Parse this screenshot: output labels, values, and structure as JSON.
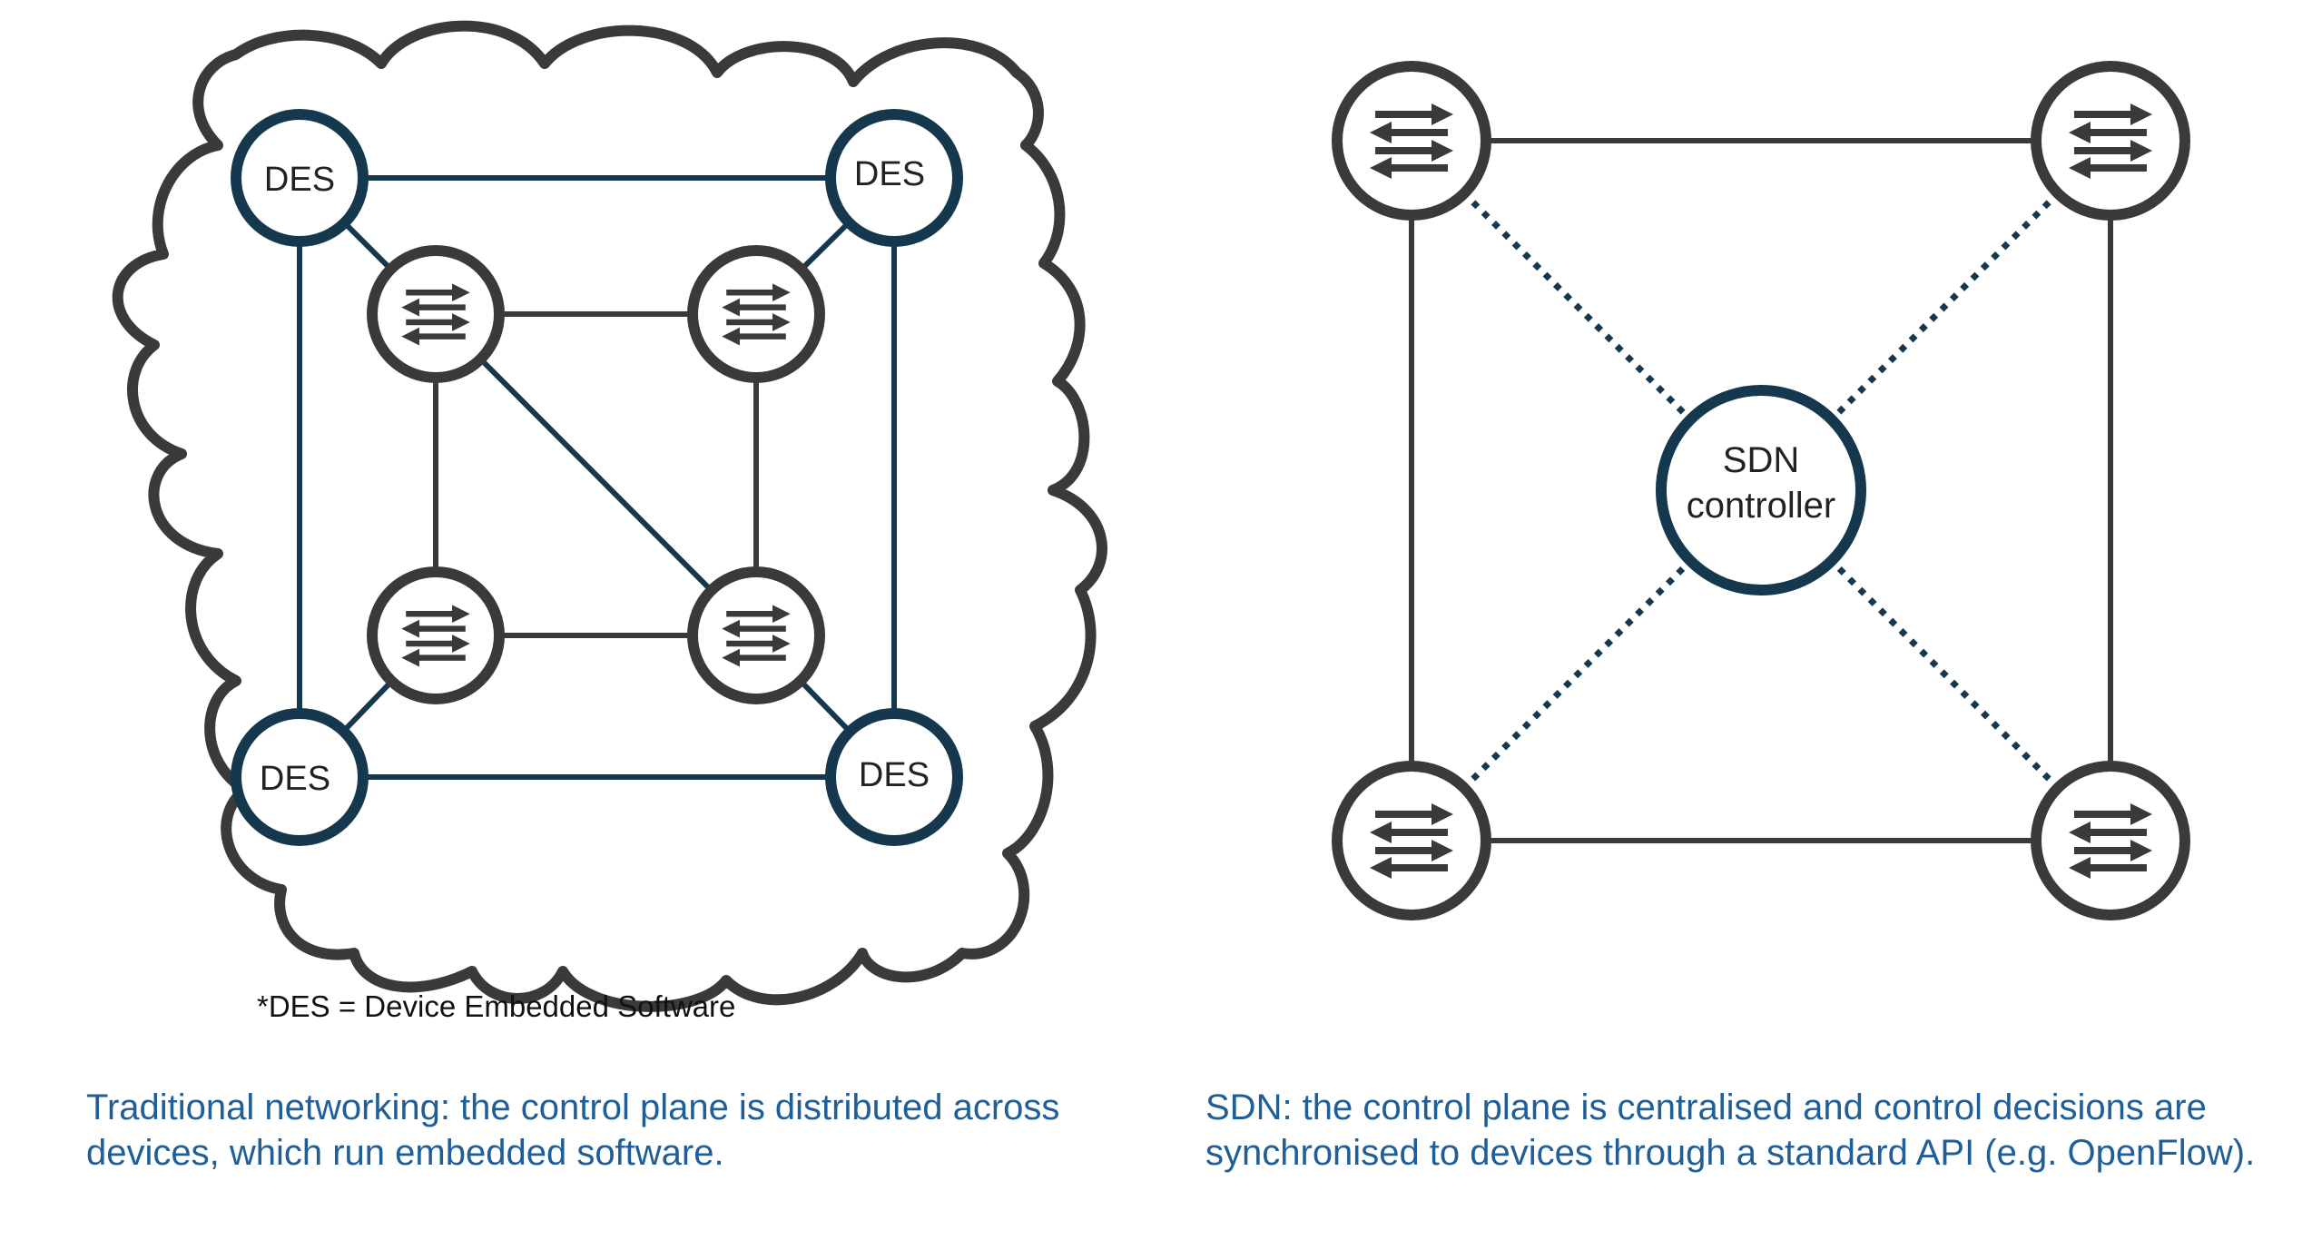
{
  "colors": {
    "dark": "#3a3a3a",
    "navy": "#16384f",
    "caption_blue": "#1f5e96"
  },
  "traditional": {
    "des_label": "DES",
    "footnote": "*DES = Device Embedded Software",
    "caption_line1": "Traditional networking: the control plane is distributed across",
    "caption_line2": "devices, which run embedded software."
  },
  "sdn": {
    "controller_line1": "SDN",
    "controller_line2": "controller",
    "caption_line1": "SDN: the control plane is centralised and control decisions are",
    "caption_line2": "synchronised to devices through a standard API (e.g. OpenFlow)."
  }
}
